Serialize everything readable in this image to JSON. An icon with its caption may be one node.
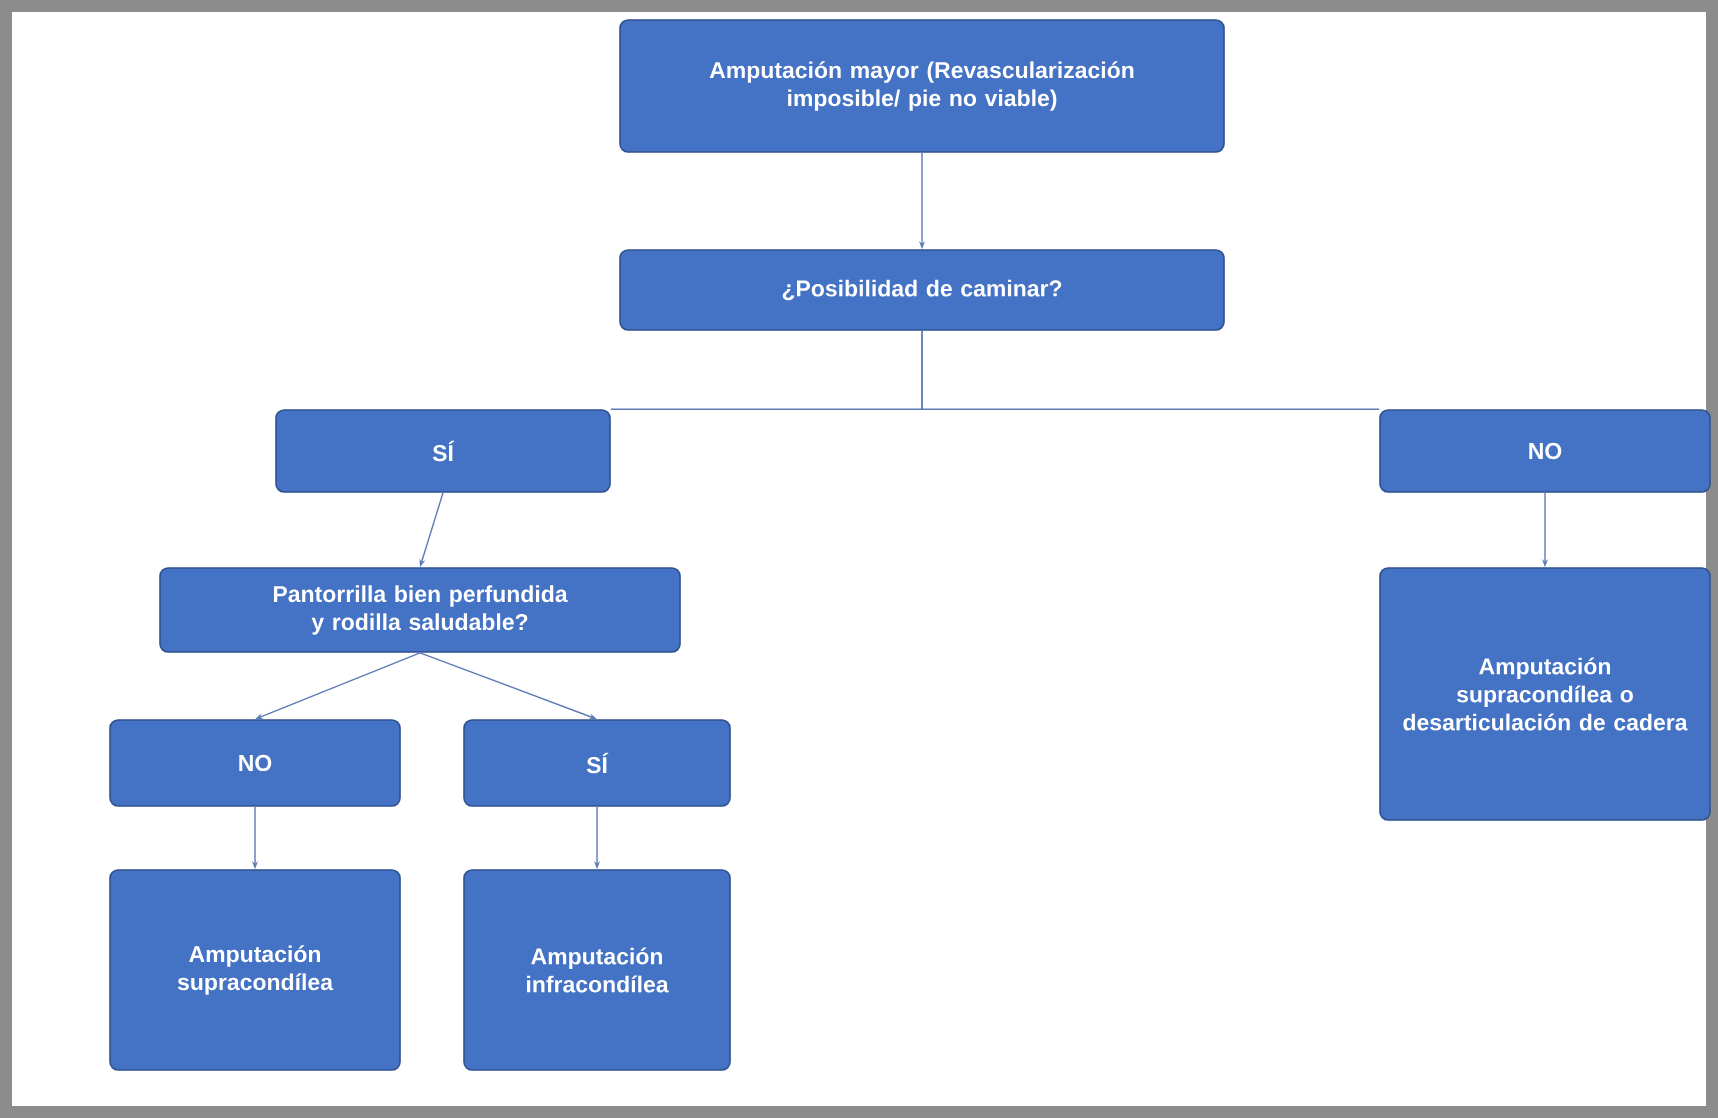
{
  "diagram": {
    "nodes": [
      {
        "text": [
          "Amputación mayor (Revascularización imposible/ pie no viable)"
        ]
      },
      {
        "text": [
          "¿Posibilidad de caminar?"
        ]
      },
      {
        "text": [
          "SÍ"
        ]
      },
      {
        "text": [
          "NO"
        ]
      },
      {
        "text": [
          "Pantorrilla bien perfundida y rodilla saludable?"
        ]
      },
      {
        "text": [
          "NO"
        ]
      },
      {
        "text": [
          "SÍ"
        ]
      },
      {
        "text": [
          "Amputación supracondílea"
        ]
      },
      {
        "text": [
          "Amputación infracondílea"
        ]
      },
      {
        "text": [
          "Amputación supracondílea o desarticulación de cadera"
        ]
      }
    ],
    "edges": [
      {
        "from": 0,
        "to": 1,
        "arrow": "to"
      },
      {
        "from": 1,
        "to": 2,
        "arrow": "none"
      },
      {
        "from": 1,
        "to": 3,
        "arrow": "none"
      },
      {
        "from": 2,
        "to": 4,
        "arrow": "to"
      },
      {
        "from": 3,
        "to": 9,
        "arrow": "to"
      },
      {
        "from": 4,
        "to": 5,
        "arrow": "to"
      },
      {
        "from": 4,
        "to": 6,
        "arrow": "to"
      },
      {
        "from": 5,
        "to": 7,
        "arrow": "to"
      },
      {
        "from": 6,
        "to": 8,
        "arrow": "to"
      }
    ]
  }
}
